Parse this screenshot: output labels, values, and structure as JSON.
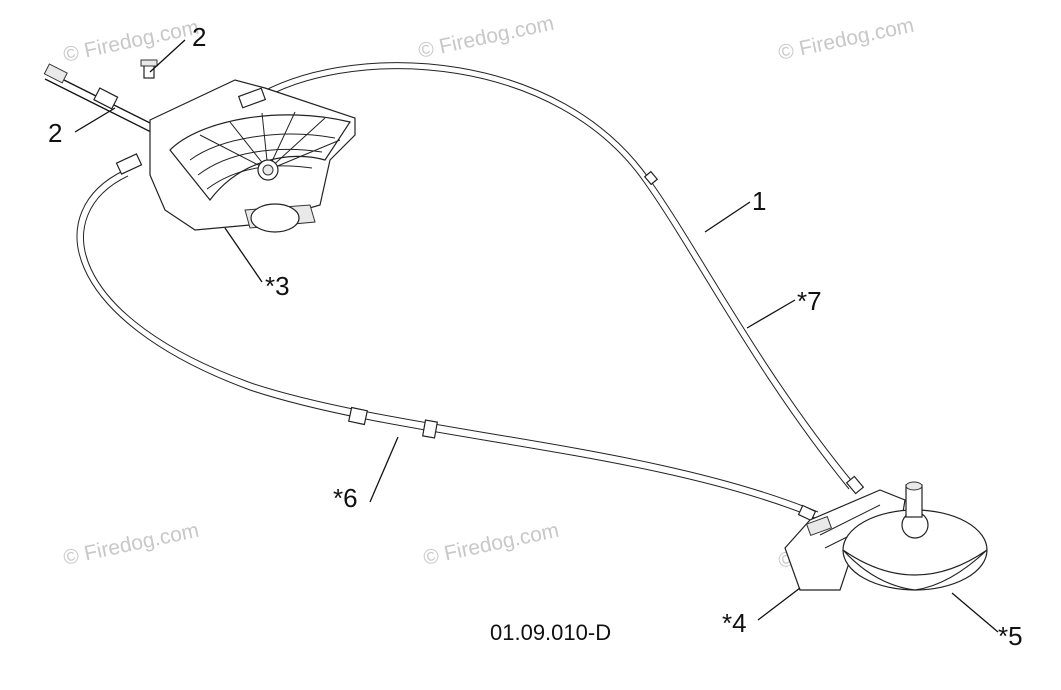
{
  "diagram_code": "01.09.010-D",
  "callouts": {
    "c1": "1",
    "c2a": "2",
    "c2b": "2",
    "c3": "*3",
    "c4": "*4",
    "c5": "*5",
    "c6": "*6",
    "c7": "*7"
  },
  "watermark": "© Firedog.com",
  "colors": {
    "ink": "#111111",
    "watermark": "#c8c8c8",
    "background": "#ffffff"
  }
}
